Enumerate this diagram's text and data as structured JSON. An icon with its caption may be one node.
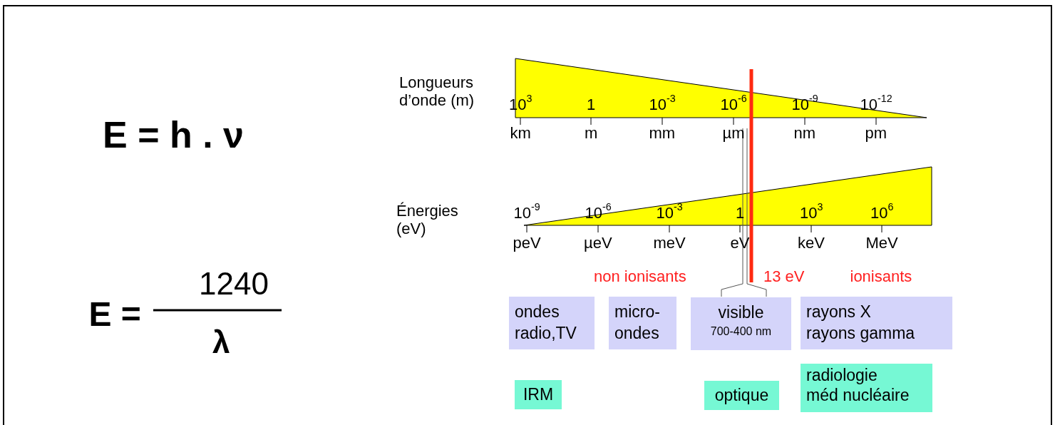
{
  "diagram": {
    "nodes": [
      {
        "text": [
          "ondes radio,TV"
        ]
      },
      {
        "text": [
          "micro- ondes"
        ]
      },
      {
        "text": [
          "visible",
          "700-400 nm"
        ]
      },
      {
        "text": [
          "rayons X rayons gamma"
        ]
      },
      {
        "text": [
          "IRM"
        ]
      },
      {
        "text": [
          "optique"
        ]
      },
      {
        "text": [
          "radiologie méd nucléaire"
        ]
      }
    ],
    "edges": [],
    "labels": [
      "E = h . ν",
      "E =",
      "1240",
      "λ",
      "Longueurs d’onde (m)",
      "10$^{3}$",
      "1",
      "10$^{-3}$",
      "10$^{-6}$",
      "10$^{-9}$",
      "10$^{-12}$",
      "km",
      "m",
      "mm",
      "µm",
      "nm",
      "pm",
      "Énergies (eV)",
      "10$^{-9}$",
      "10$^{-6}$",
      "10$^{-3}$",
      "1",
      "10$^{3}$",
      "10$^{6}$",
      "peV",
      "µeV",
      "meV",
      "eV",
      "keV",
      "MeV",
      "non ionisants",
      "13 eV",
      "ionisants"
    ]
  }
}
